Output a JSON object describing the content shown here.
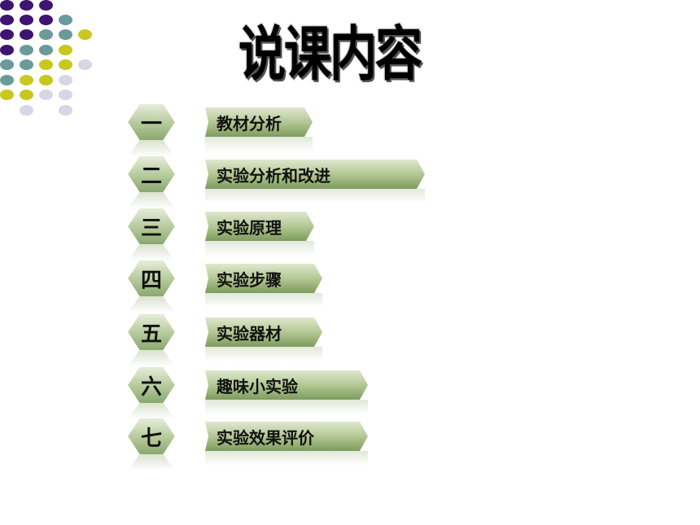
{
  "title": "说课内容",
  "decoration": {
    "icon": "dot-grid-icon",
    "colors": {
      "purple": "#3d1470",
      "teal": "#6a9a9a",
      "olive": "#c8c81e",
      "lavender": "#d6d6e6"
    }
  },
  "items": [
    {
      "number": "一",
      "label": "教材分析"
    },
    {
      "number": "二",
      "label": "实验分析和改进"
    },
    {
      "number": "三",
      "label": "实验原理"
    },
    {
      "number": "四",
      "label": "实验步骤"
    },
    {
      "number": "五",
      "label": "实验器材"
    },
    {
      "number": "六",
      "label": "趣味小实验"
    },
    {
      "number": "七",
      "label": "实验效果评价"
    }
  ],
  "theme": {
    "bar_color": "#b3c894",
    "bar_dark": "#7e9b5d"
  }
}
